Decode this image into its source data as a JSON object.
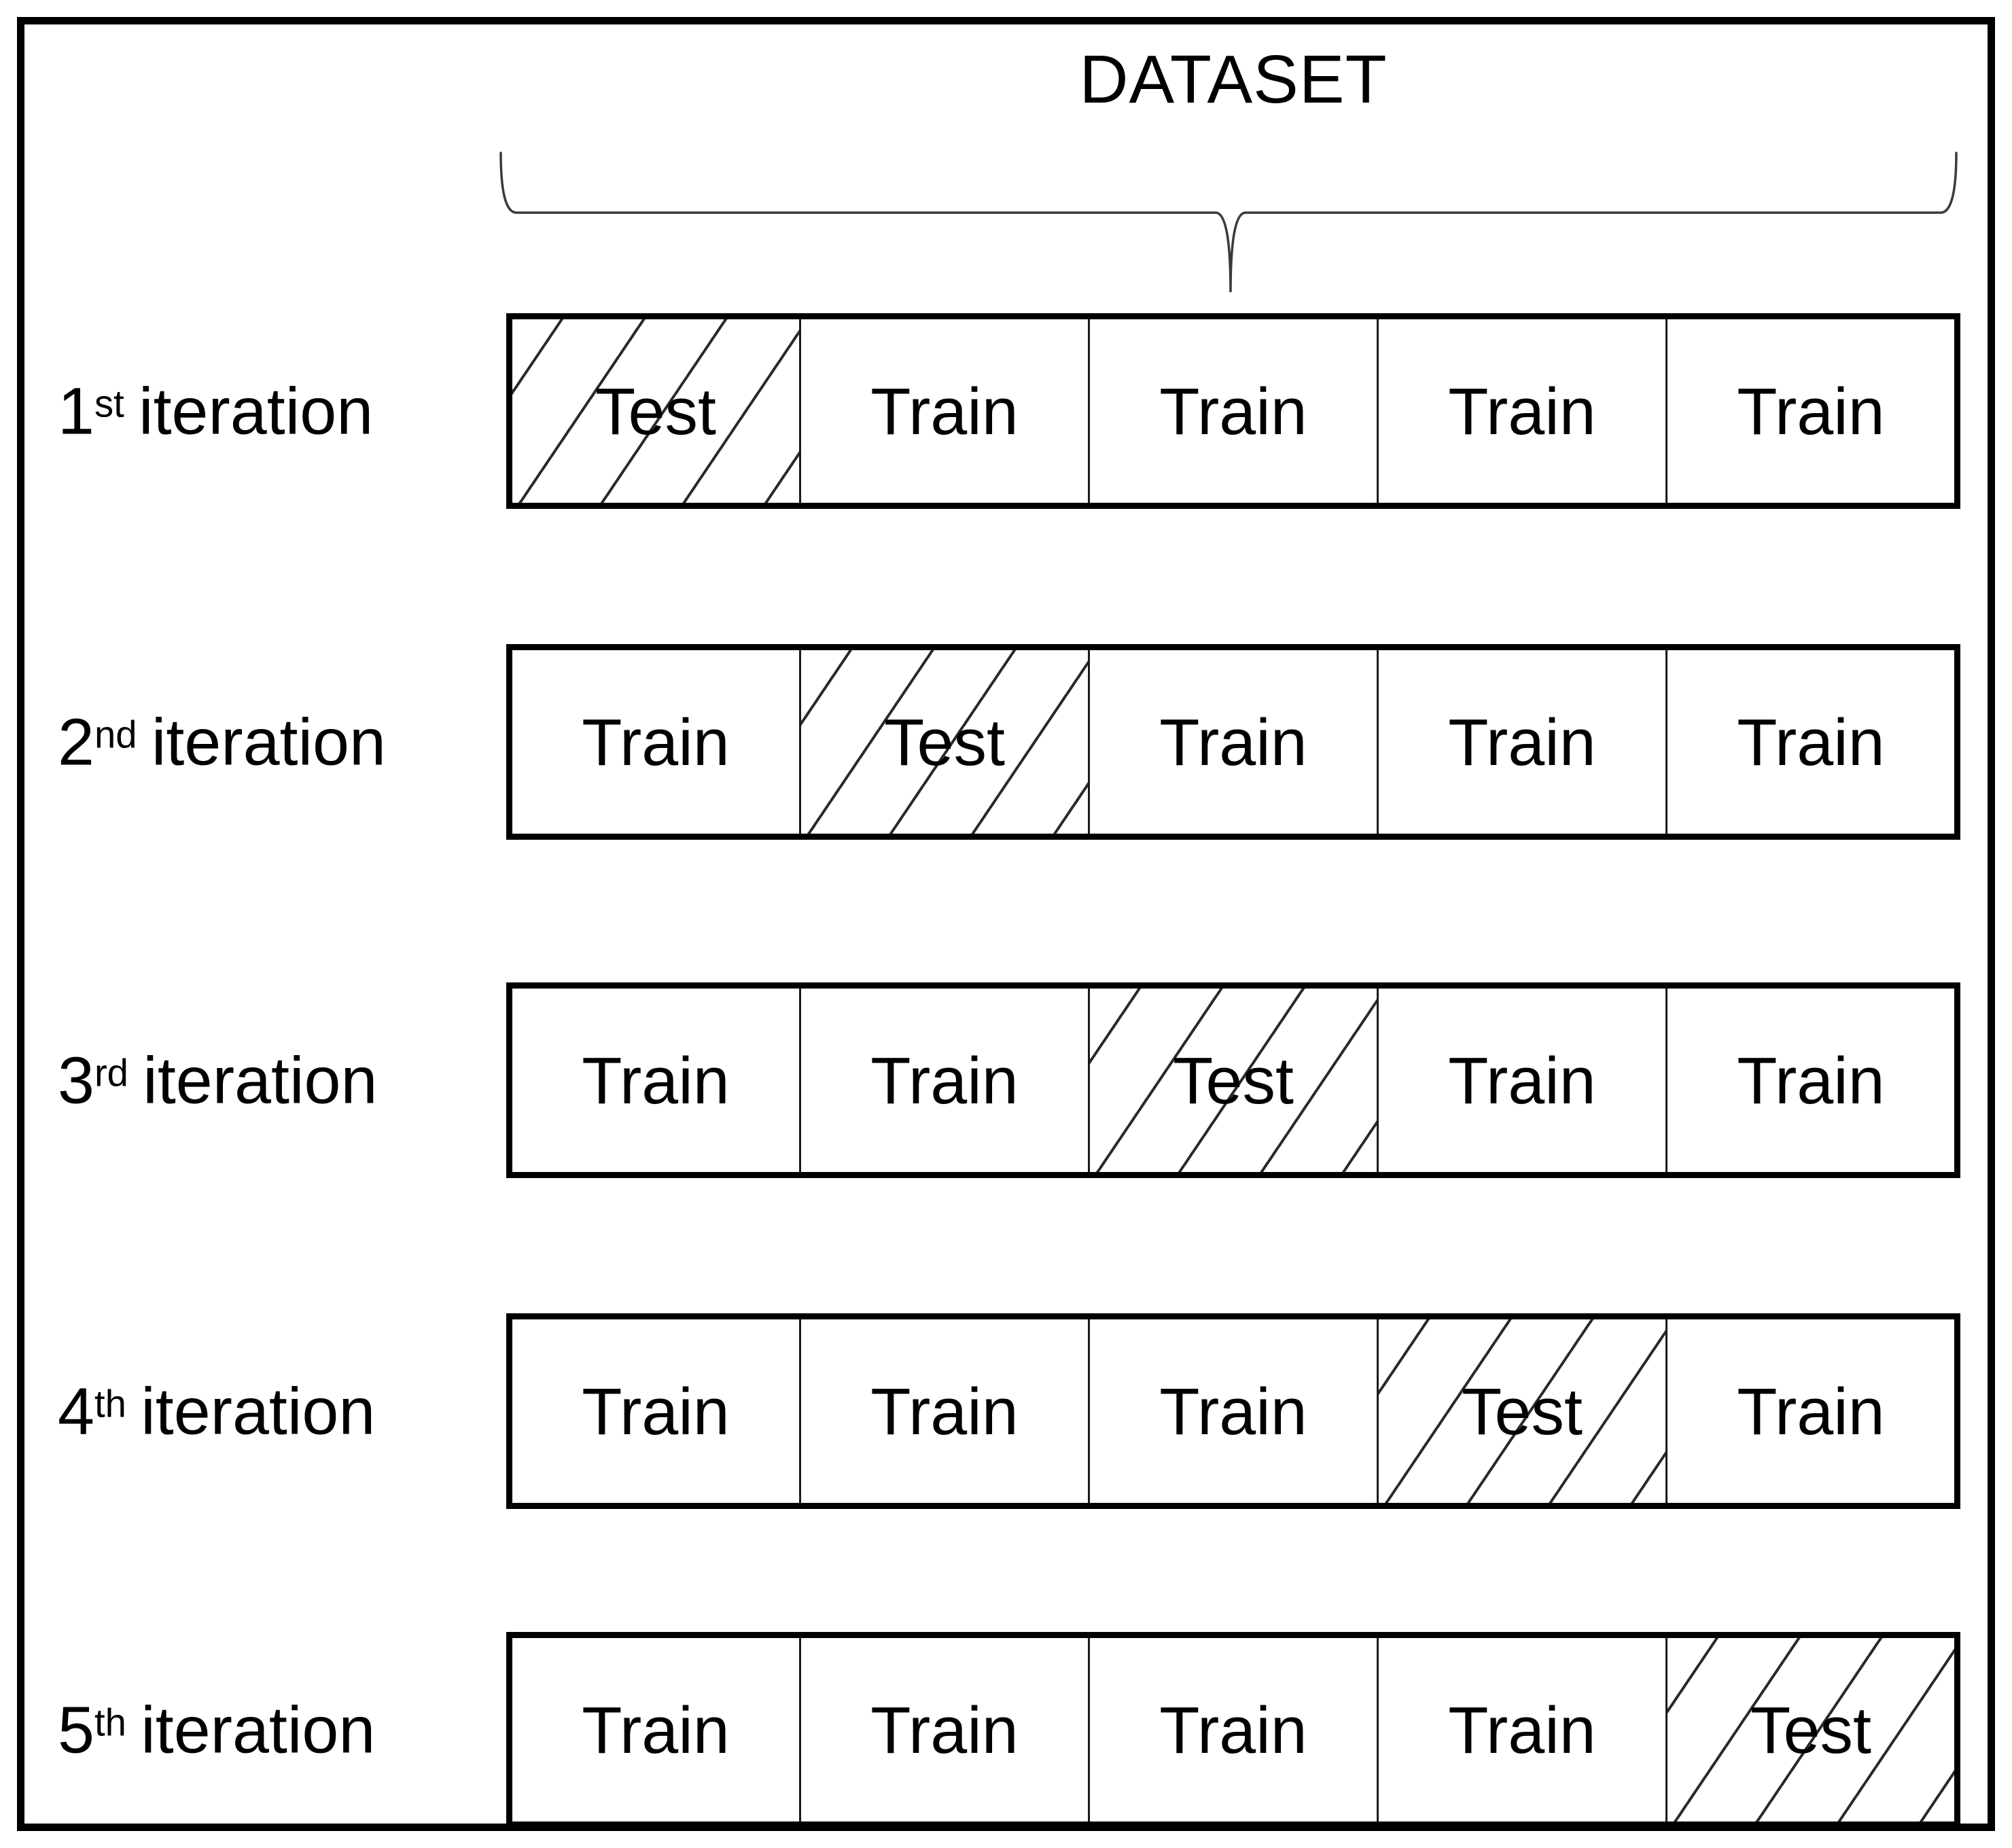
{
  "title": "DATASET",
  "colors": {
    "ink": "#000000",
    "hatch_line": "#2a2a2a",
    "frame": "#000000",
    "background": "#ffffff"
  },
  "iterations": [
    {
      "ordinal": "1",
      "suffix": "st",
      "word": "iteration",
      "cells": [
        {
          "type": "test",
          "label": "Test"
        },
        {
          "type": "train",
          "label": "Train"
        },
        {
          "type": "train",
          "label": "Train"
        },
        {
          "type": "train",
          "label": "Train"
        },
        {
          "type": "train",
          "label": "Train"
        }
      ]
    },
    {
      "ordinal": "2",
      "suffix": "nd",
      "word": "iteration",
      "cells": [
        {
          "type": "train",
          "label": "Train"
        },
        {
          "type": "test",
          "label": "Test"
        },
        {
          "type": "train",
          "label": "Train"
        },
        {
          "type": "train",
          "label": "Train"
        },
        {
          "type": "train",
          "label": "Train"
        }
      ]
    },
    {
      "ordinal": "3",
      "suffix": "rd",
      "word": "iteration",
      "cells": [
        {
          "type": "train",
          "label": "Train"
        },
        {
          "type": "train",
          "label": "Train"
        },
        {
          "type": "test",
          "label": "Test"
        },
        {
          "type": "train",
          "label": "Train"
        },
        {
          "type": "train",
          "label": "Train"
        }
      ]
    },
    {
      "ordinal": "4",
      "suffix": "th",
      "word": "iteration",
      "cells": [
        {
          "type": "train",
          "label": "Train"
        },
        {
          "type": "train",
          "label": "Train"
        },
        {
          "type": "train",
          "label": "Train"
        },
        {
          "type": "test",
          "label": "Test"
        },
        {
          "type": "train",
          "label": "Train"
        }
      ]
    },
    {
      "ordinal": "5",
      "suffix": "th",
      "word": "iteration",
      "cells": [
        {
          "type": "train",
          "label": "Train"
        },
        {
          "type": "train",
          "label": "Train"
        },
        {
          "type": "train",
          "label": "Train"
        },
        {
          "type": "train",
          "label": "Train"
        },
        {
          "type": "test",
          "label": "Test"
        }
      ]
    }
  ]
}
